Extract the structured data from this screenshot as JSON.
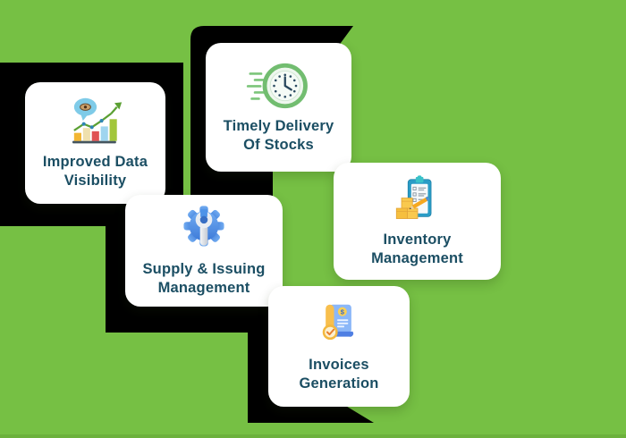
{
  "colors": {
    "background": "#76C044",
    "accent_shapes": "#000000",
    "card_background": "#FFFFFF",
    "label_text": "#1B4E63",
    "bottom_edge_line": "#6CB13C"
  },
  "cards": [
    {
      "icon": "chart-growth-icon",
      "label_line1": "Improved Data",
      "label_line2": "Visibility"
    },
    {
      "icon": "fast-clock-icon",
      "label_line1": "Timely Delivery",
      "label_line2": "Of Stocks"
    },
    {
      "icon": "gear-wrench-icon",
      "label_line1": "Supply & Issuing",
      "label_line2": "Management"
    },
    {
      "icon": "clipboard-boxes-icon",
      "label_line1": "Inventory",
      "label_line2": "Management"
    },
    {
      "icon": "invoice-receipt-icon",
      "label_line1": "Invoices",
      "label_line2": "Generation"
    }
  ]
}
